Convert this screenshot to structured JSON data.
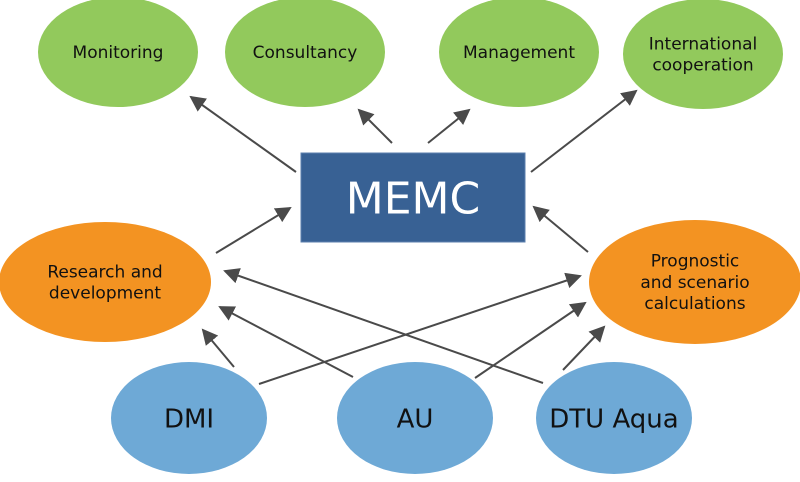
{
  "diagram": {
    "colors": {
      "green": "#92c95c",
      "orange": "#f39322",
      "blue": "#6ea9d6",
      "center": "#386194",
      "center_text": "#ffffff",
      "arrow": "#4a4a4a"
    },
    "center": {
      "id": "memc",
      "label": "MEMC"
    },
    "outputs": [
      {
        "id": "monitoring",
        "lines": [
          "Monitoring"
        ]
      },
      {
        "id": "consultancy",
        "lines": [
          "Consultancy"
        ]
      },
      {
        "id": "management",
        "lines": [
          "Management"
        ]
      },
      {
        "id": "international-cooperation",
        "lines": [
          "International",
          "cooperation"
        ]
      }
    ],
    "activities": [
      {
        "id": "research-and-development",
        "lines": [
          "Research and",
          "development"
        ]
      },
      {
        "id": "prognostic-and-scenario-calculations",
        "lines": [
          "Prognostic",
          "and scenario",
          "calculations"
        ]
      }
    ],
    "institutions": [
      {
        "id": "dmi",
        "label": "DMI"
      },
      {
        "id": "au",
        "label": "AU"
      },
      {
        "id": "dtu-aqua",
        "label": "DTU Aqua"
      }
    ],
    "edges": [
      {
        "from": "memc",
        "to": "monitoring"
      },
      {
        "from": "memc",
        "to": "consultancy"
      },
      {
        "from": "memc",
        "to": "management"
      },
      {
        "from": "memc",
        "to": "international-cooperation"
      },
      {
        "from": "research-and-development",
        "to": "memc"
      },
      {
        "from": "prognostic-and-scenario-calculations",
        "to": "memc"
      },
      {
        "from": "dmi",
        "to": "research-and-development"
      },
      {
        "from": "dmi",
        "to": "prognostic-and-scenario-calculations"
      },
      {
        "from": "au",
        "to": "research-and-development"
      },
      {
        "from": "au",
        "to": "prognostic-and-scenario-calculations"
      },
      {
        "from": "dtu-aqua",
        "to": "research-and-development"
      },
      {
        "from": "dtu-aqua",
        "to": "prognostic-and-scenario-calculations"
      }
    ]
  }
}
